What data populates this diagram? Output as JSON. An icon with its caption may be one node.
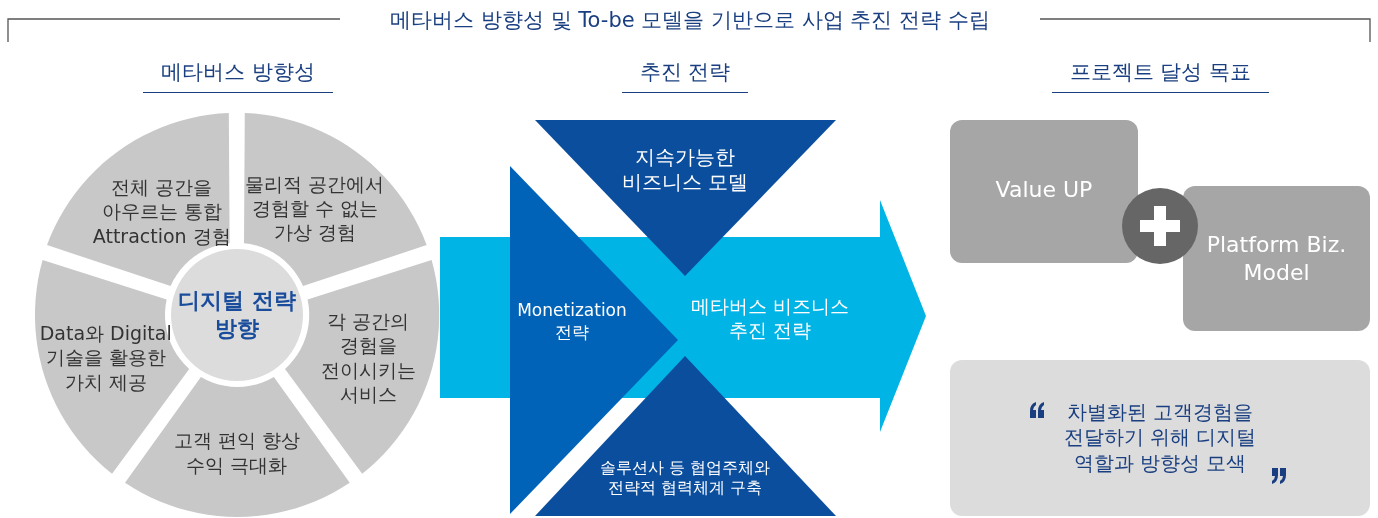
{
  "diagram": {
    "title": "메타버스 방향성 및 To-be 모델을 기반으로 사업 추진 전략 수립",
    "nodes": [
      {
        "text": [
          "디지털 전략 방향"
        ]
      },
      {
        "text": [
          "전체 공간을 아우르는 통합 Attraction 경험"
        ]
      },
      {
        "text": [
          "물리적 공간에서 경험할 수 없는 가상 경험"
        ]
      },
      {
        "text": [
          "각 공간의 경험을 전이시키는 서비스"
        ]
      },
      {
        "text": [
          "고객 편익 향상 수익 극대화"
        ]
      },
      {
        "text": [
          "Data와 Digital 기술을 활용한 가치 제공"
        ]
      },
      {
        "text": [
          "지속가능한 비즈니스 모델"
        ]
      },
      {
        "text": [
          "Monetization 전략"
        ]
      },
      {
        "text": [
          "메타버스 비즈니스 추진 전략"
        ]
      },
      {
        "text": [
          "솔루션사 등 협업주체와 전략적 협력체계 구축"
        ]
      },
      {
        "text": [
          "Value UP"
        ]
      },
      {
        "text": [
          "Platform Biz. Model"
        ]
      },
      {
        "text": [
          "차별화된 고객경험을 전달하기 위해 디지털 역할과 방향성 모색"
        ]
      }
    ],
    "labels": [
      "메타버스 방향성",
      "추진 전략",
      "프로젝트 달성 목표"
    ]
  }
}
